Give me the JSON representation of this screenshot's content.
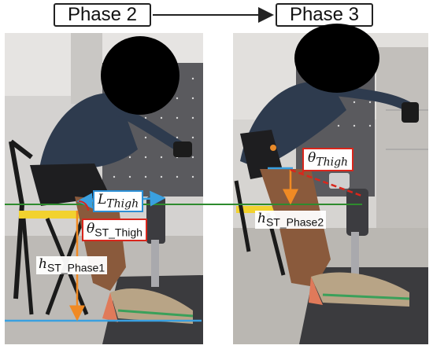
{
  "header": {
    "phase_left": "Phase 2",
    "phase_right": "Phase 3"
  },
  "labels": {
    "L": "L",
    "L_sub": "Thigh",
    "theta_st_symbol": "θ",
    "theta_st_sub": "ST_Thigh",
    "h_phase1_symbol": "h",
    "h_phase1_sub": "ST_Phase1",
    "h_phase2_symbol": "h",
    "h_phase2_sub": "ST_Phase2",
    "theta_thigh_symbol": "θ",
    "theta_thigh_sub": "Thigh"
  },
  "colors": {
    "orange": "#f08a24",
    "blue": "#3aa0e0",
    "green": "#2e8b2e",
    "red": "#d9261c",
    "yellow": "#f2d22e"
  }
}
